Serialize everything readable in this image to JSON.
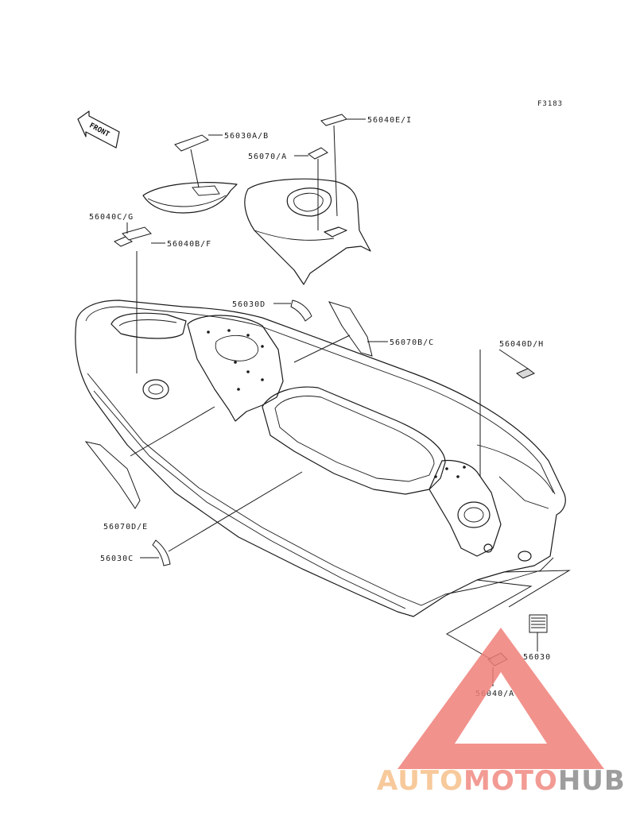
{
  "figure_code": "F3183",
  "front_label": "FRONT",
  "parts": {
    "p56030AB": "56030A/B",
    "p56040EI": "56040E/I",
    "p56070A": "56070/A",
    "p56040CG": "56040C/G",
    "p56040BF": "56040B/F",
    "p56030D": "56030D",
    "p56070BC": "56070B/C",
    "p56040DH": "56040D/H",
    "p56070DE": "56070D/E",
    "p56030C": "56030C",
    "p56030": "56030",
    "p56040A": "56040/A"
  },
  "watermark": {
    "word1": "AUTO",
    "word2": "MOTO",
    "word3": "HUB",
    "colors": {
      "auto": "#f6c08a",
      "moto": "#f08a82",
      "hub": "#8c8c8c",
      "triangle": "#f07f78"
    }
  }
}
